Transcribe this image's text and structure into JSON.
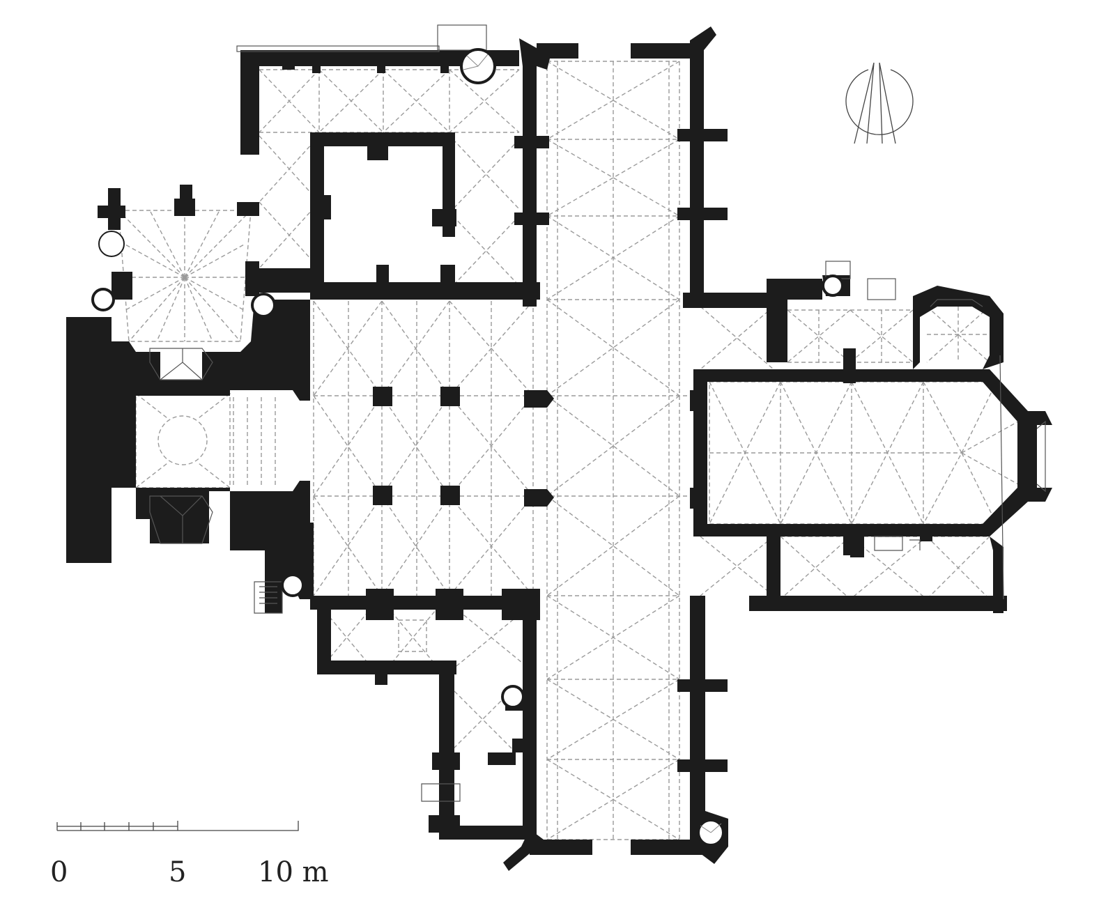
{
  "plan": {
    "colors": {
      "wall": "#1c1c1c",
      "vault": "#9a9a9a",
      "outline": "#555555",
      "paper": "#ffffff"
    },
    "north_arrow_icon": "north-arrow-icon"
  },
  "scale_bar": {
    "labels": [
      "0",
      "5",
      "10 m"
    ],
    "length_m": 10,
    "minor_divisions": 5
  }
}
